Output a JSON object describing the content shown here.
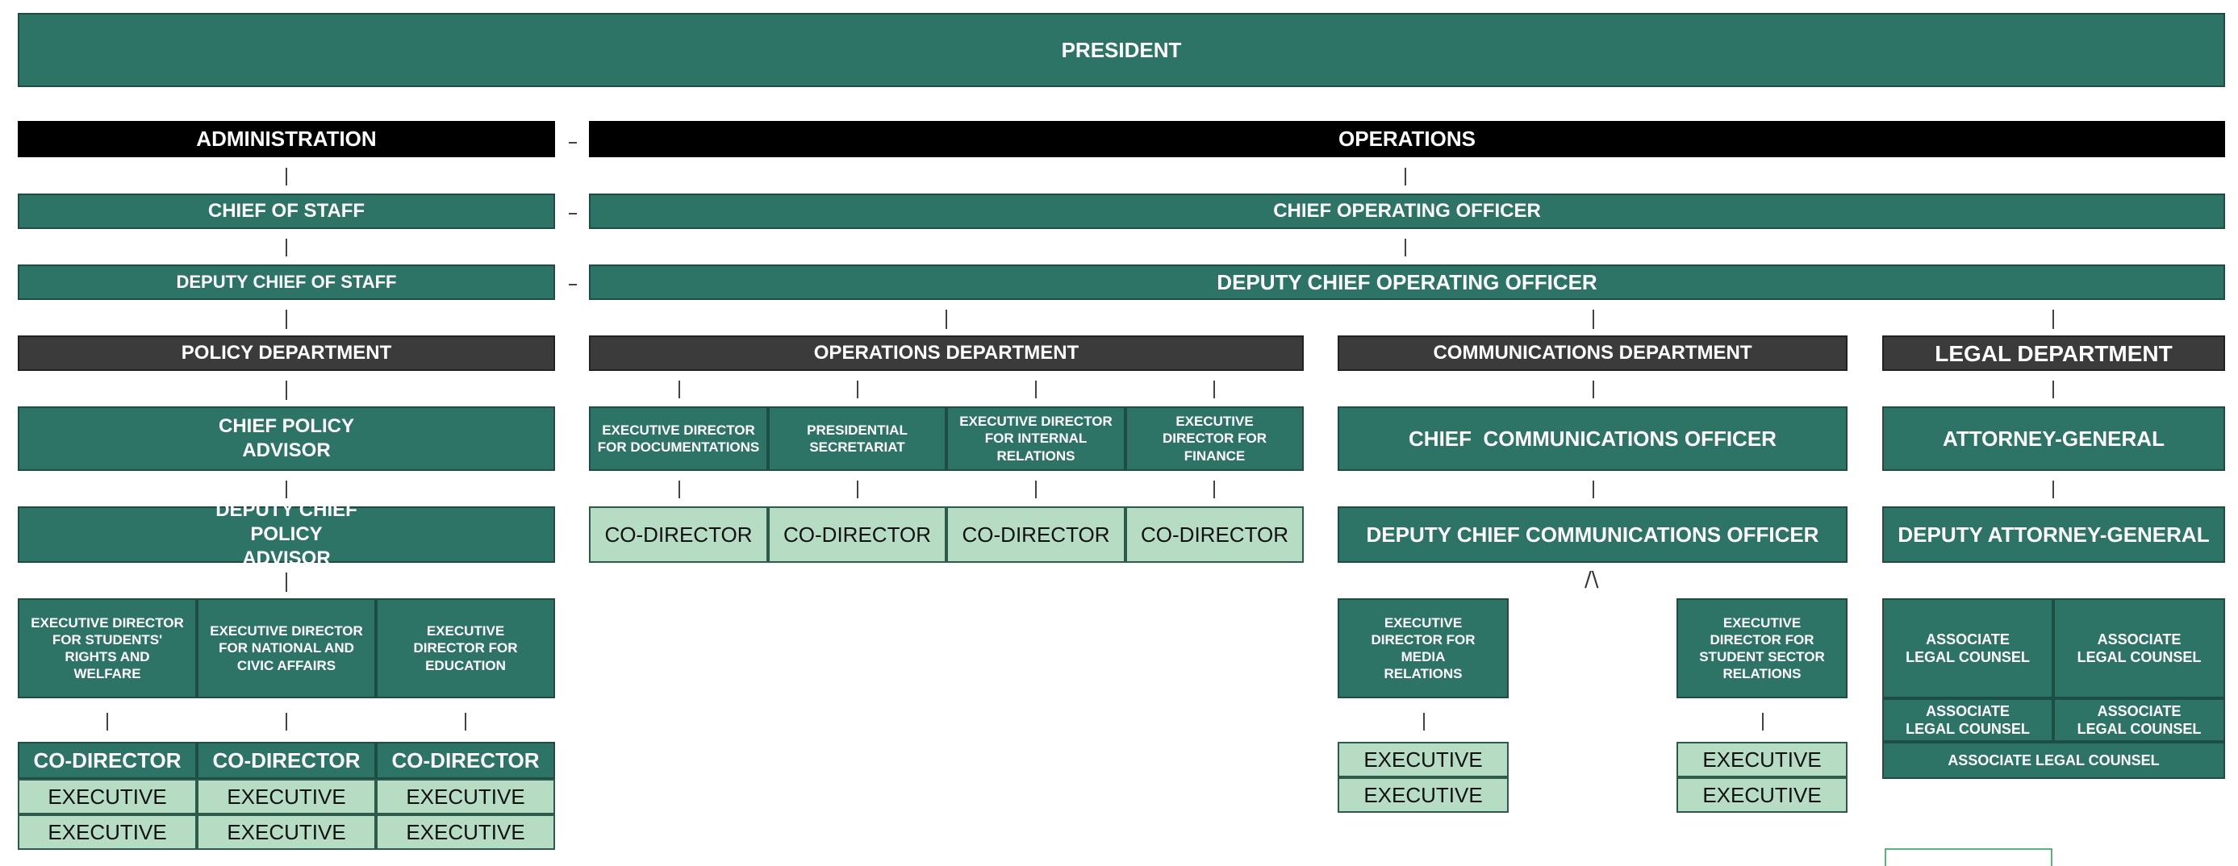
{
  "top": {
    "president": "PRESIDENT"
  },
  "admin": {
    "administration": "ADMINISTRATION",
    "chief_of_staff": "CHIEF OF STAFF",
    "deputy_chief_of_staff": "DEPUTY CHIEF OF STAFF",
    "policy_department": "POLICY DEPARTMENT",
    "chief_policy_advisor": "CHIEF POLICY ADVISOR",
    "deputy_chief_policy_advisor": "DEPUTY CHIEF POLICY ADVISOR",
    "exec_directors": [
      "EXECUTIVE DIRECTOR FOR STUDENTS' RIGHTS AND WELFARE",
      "EXECUTIVE DIRECTOR FOR NATIONAL AND CIVIC AFFAIRS",
      "EXECUTIVE DIRECTOR FOR EDUCATION"
    ],
    "co_director": "CO-DIRECTOR",
    "executive": "EXECUTIVE"
  },
  "ops": {
    "operations": "OPERATIONS",
    "chief_operating_officer": "CHIEF OPERATING OFFICER",
    "deputy_chief_operating_officer": "DEPUTY CHIEF OPERATING OFFICER",
    "operations_department": "OPERATIONS DEPARTMENT",
    "exec_directors": [
      "EXECUTIVE DIRECTOR FOR DOCUMENTATIONS",
      "PRESIDENTIAL SECRETARIAT",
      "EXECUTIVE DIRECTOR FOR INTERNAL RELATIONS",
      "EXECUTIVE DIRECTOR FOR FINANCE"
    ],
    "co_director": "CO-DIRECTOR"
  },
  "comms": {
    "communications_department": "COMMUNICATIONS DEPARTMENT",
    "chief_communications_officer": "CHIEF  COMMUNICATIONS OFFICER",
    "deputy_chief_communications_officer": "DEPUTY CHIEF COMMUNICATIONS OFFICER",
    "branch_caret": "/\\",
    "exec_media": "EXECUTIVE DIRECTOR FOR MEDIA RELATIONS",
    "exec_student_sector": "EXECUTIVE DIRECTOR FOR STUDENT SECTOR RELATIONS",
    "executive": "EXECUTIVE"
  },
  "legal": {
    "legal_department": "LEGAL DEPARTMENT",
    "attorney_general": "ATTORNEY-GENERAL",
    "deputy_attorney_general": "DEPUTY ATTORNEY-GENERAL",
    "associate_legal_counsel": "ASSOCIATE LEGAL COUNSEL"
  },
  "separators": {
    "dash": "-"
  },
  "colors": {
    "teal": "#2e7466",
    "black": "#000000",
    "dark_gray": "#3b3b3b",
    "light_green": "#b6dcc4"
  }
}
